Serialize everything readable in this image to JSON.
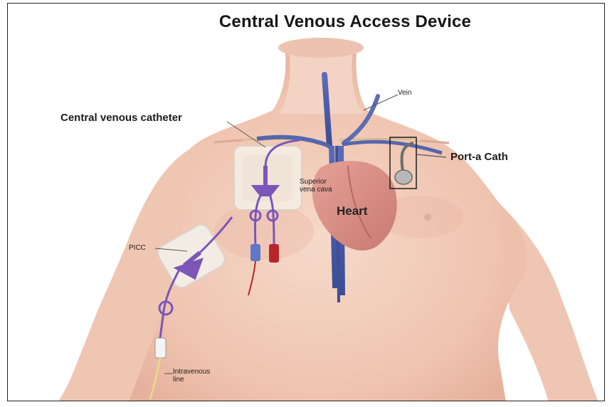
{
  "title": "Central Venous Access Device",
  "labels": {
    "vein": "Vein",
    "central_venous_catheter": "Central venous catheter",
    "port_a_cath": "Port-a Cath",
    "superior_vena_cava_line1": "Superior",
    "superior_vena_cava_line2": "vena cava",
    "heart": "Heart",
    "picc": "PICC",
    "intravenous_line1": "Intravenous",
    "intravenous_line2": "line"
  },
  "colors": {
    "skin": "#f1cbb8",
    "skin_shadow": "#e2a898",
    "heart": "#d88f86",
    "vein": "#4f5fa8",
    "catheter": "#7b56b8",
    "red_cap": "#b8262a"
  }
}
